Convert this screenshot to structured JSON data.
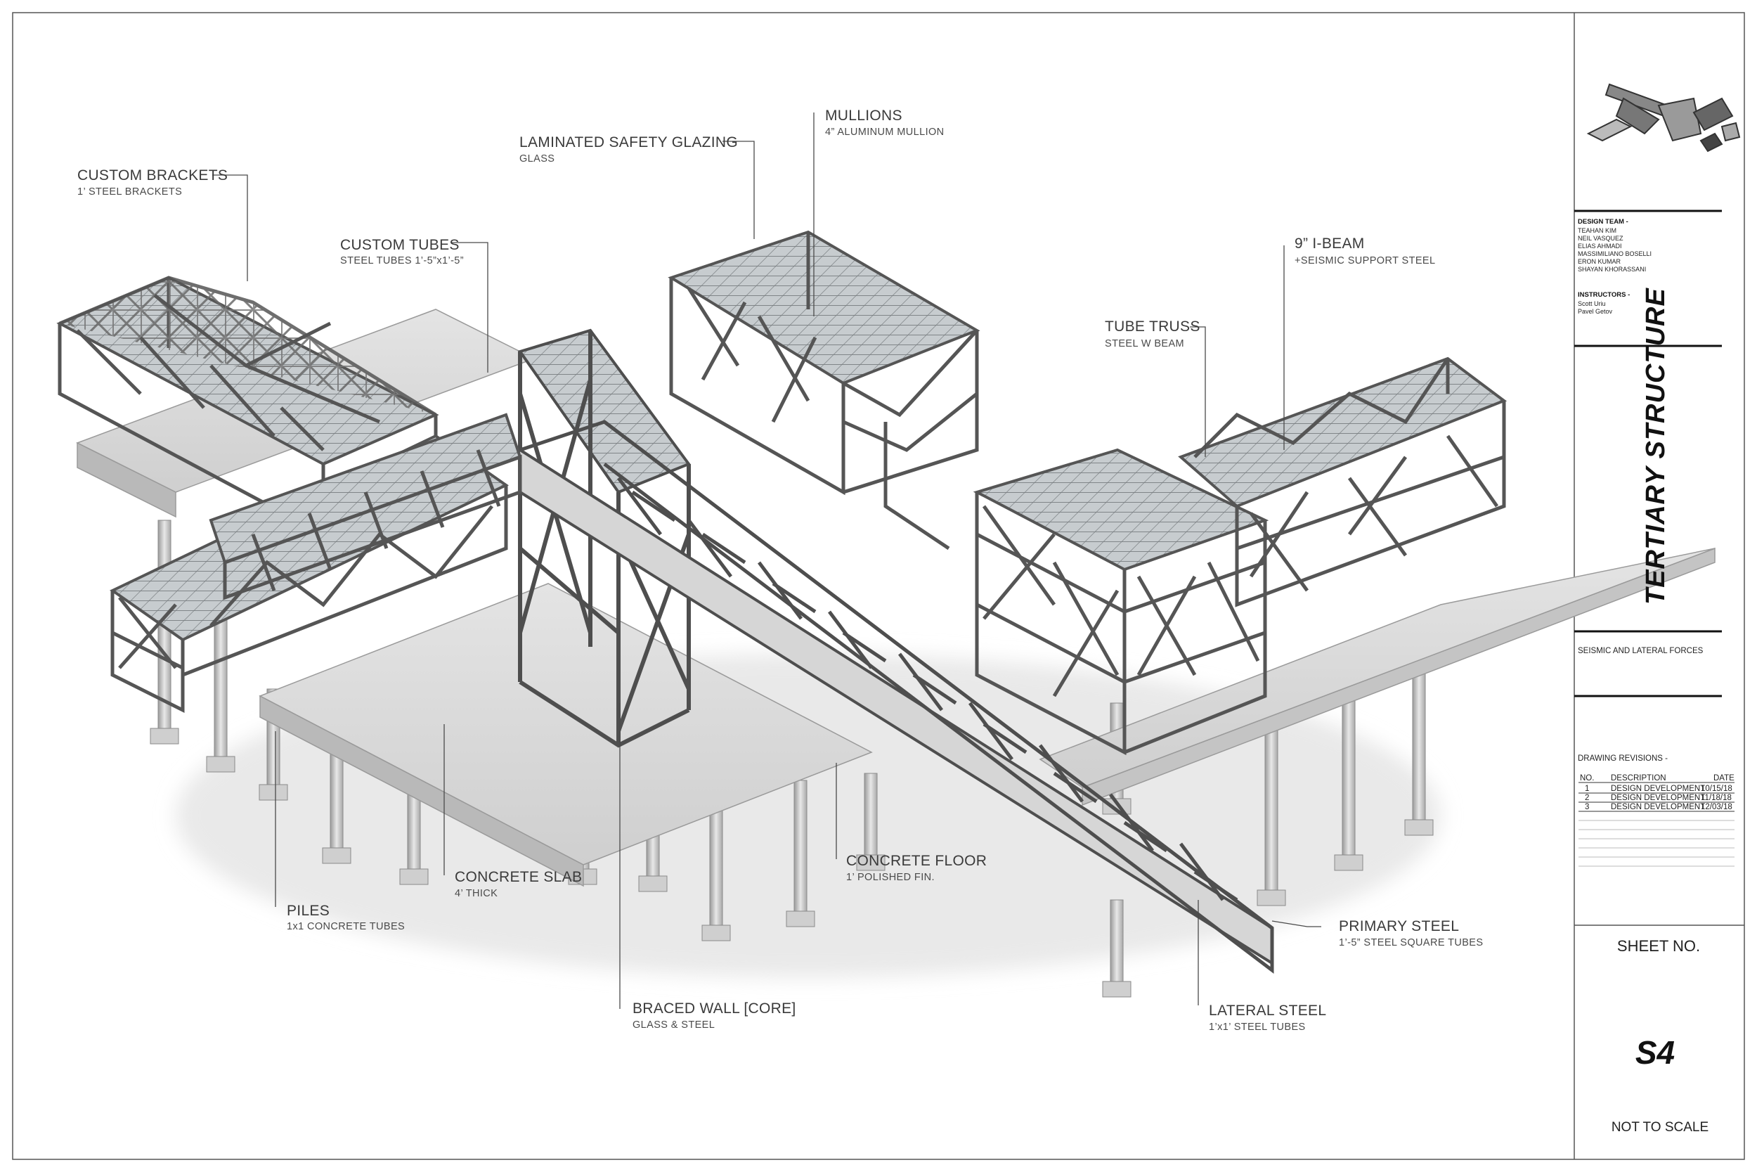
{
  "callouts": {
    "custom_brackets": {
      "title": "CUSTOM BRACKETS",
      "sub": "1’ STEEL BRACKETS"
    },
    "custom_tubes": {
      "title": "CUSTOM TUBES",
      "sub": "STEEL TUBES 1’-5”x1’-5”"
    },
    "laminated_glazing": {
      "title": "LAMINATED SAFETY GLAZING",
      "sub": "GLASS"
    },
    "mullions": {
      "title": "MULLIONS",
      "sub": "4” ALUMINUM MULLION"
    },
    "i_beam": {
      "title": "9” I-BEAM",
      "sub": "+SEISMIC SUPPORT STEEL"
    },
    "tube_truss": {
      "title": "TUBE TRUSS",
      "sub": "STEEL W BEAM"
    },
    "concrete_floor": {
      "title": "CONCRETE FLOOR",
      "sub": "1’ POLISHED FIN."
    },
    "concrete_slab": {
      "title": "CONCRETE SLAB",
      "sub": "4’ THICK"
    },
    "piles": {
      "title": "PILES",
      "sub": "1x1 CONCRETE TUBES"
    },
    "braced_wall": {
      "title": "BRACED WALL [CORE]",
      "sub": "GLASS & STEEL"
    },
    "primary_steel": {
      "title": "PRIMARY STEEL",
      "sub": "1’-5” STEEL SQUARE TUBES"
    },
    "lateral_steel": {
      "title": "LATERAL STEEL",
      "sub": "1’x1’ STEEL TUBES"
    }
  },
  "title_block": {
    "design_team_heading": "DESIGN TEAM -",
    "design_team": [
      "TEAHAN KIM",
      "NEIL VASQUEZ",
      "ELIAS AHMADI",
      "MASSIMILIANO BOSELLI",
      "ERON KUMAR",
      "SHAYAN KHORASSANI"
    ],
    "instructors_heading": "INSTRUCTORS -",
    "instructors": [
      "Scott Uriu",
      "Pavel Getov"
    ],
    "sheet_title": "TERTIARY STRUCTURE",
    "subtitle": "SEISMIC AND LATERAL FORCES",
    "revisions_heading": "DRAWING REVISIONS -",
    "revisions_columns": {
      "no": "NO.",
      "description": "DESCRIPTION",
      "date": "DATE"
    },
    "revisions": [
      {
        "no": "1",
        "description": "DESIGN DEVELOPMENT",
        "date": "10/15/18"
      },
      {
        "no": "2",
        "description": "DESIGN DEVELOPMENT",
        "date": "11/18/18"
      },
      {
        "no": "3",
        "description": "DESIGN DEVELOPMENT",
        "date": "12/03/18"
      }
    ],
    "sheet_no_label": "SHEET NO.",
    "sheet_no": "S4",
    "scale_note": "NOT TO SCALE"
  },
  "colors": {
    "steel": "#8a8a8a",
    "steel_dark": "#4e4e4e",
    "concrete": "#d2d2d2",
    "glass": "#c4d0d4",
    "line": "#3a3a3a"
  }
}
